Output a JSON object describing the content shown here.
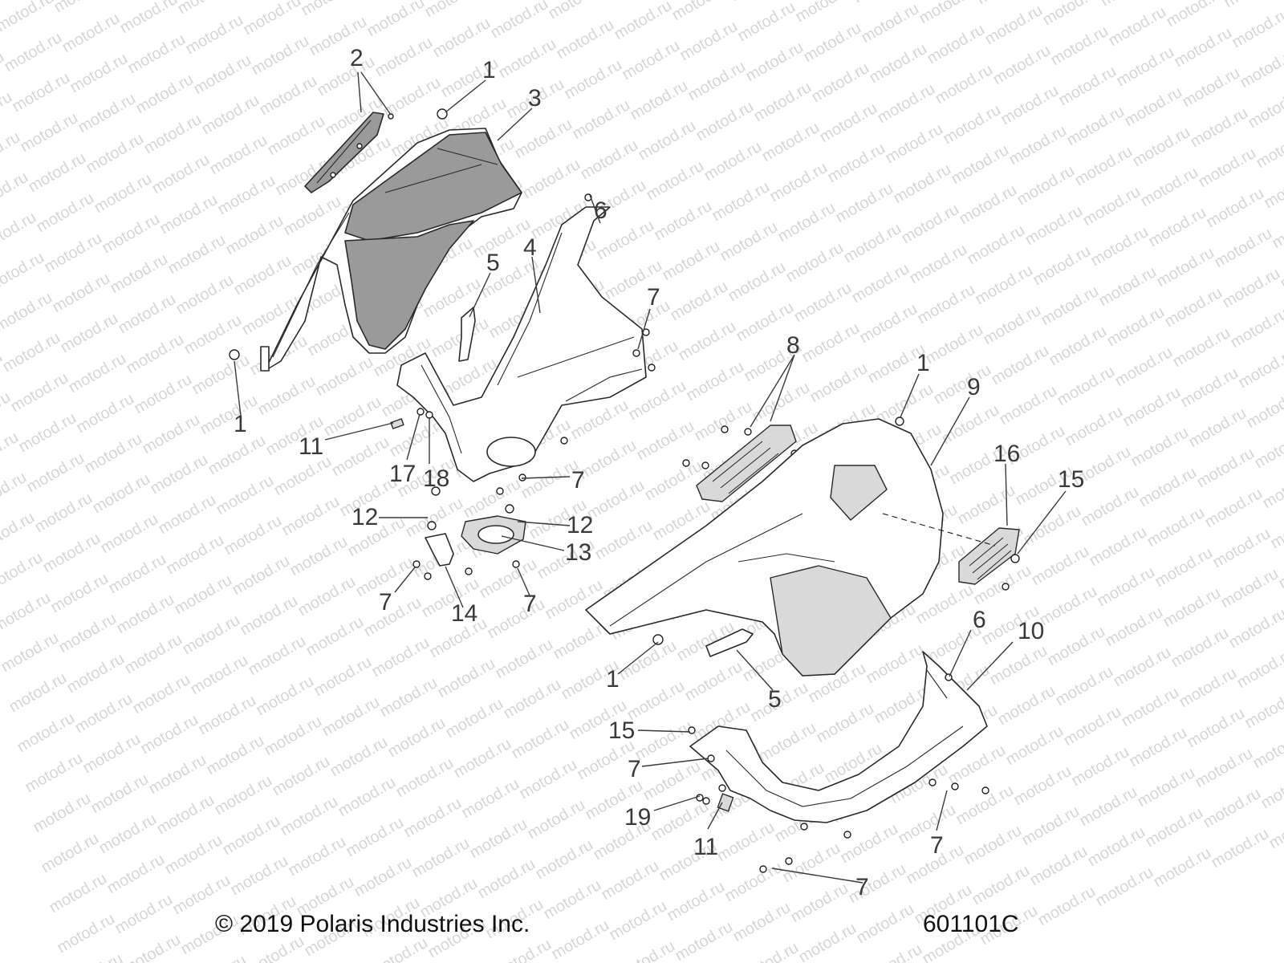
{
  "watermark": "motod.ru",
  "copyright": "© 2019 Polaris Industries Inc.",
  "drawing_number": "601101C",
  "callouts": [
    "1",
    "2",
    "3",
    "1",
    "6",
    "4",
    "5",
    "7",
    "11",
    "17",
    "18",
    "7",
    "12",
    "12",
    "13",
    "7",
    "14",
    "7",
    "8",
    "1",
    "9",
    "16",
    "15",
    "6",
    "10",
    "1",
    "5",
    "15",
    "7",
    "19",
    "11",
    "7",
    "7"
  ]
}
